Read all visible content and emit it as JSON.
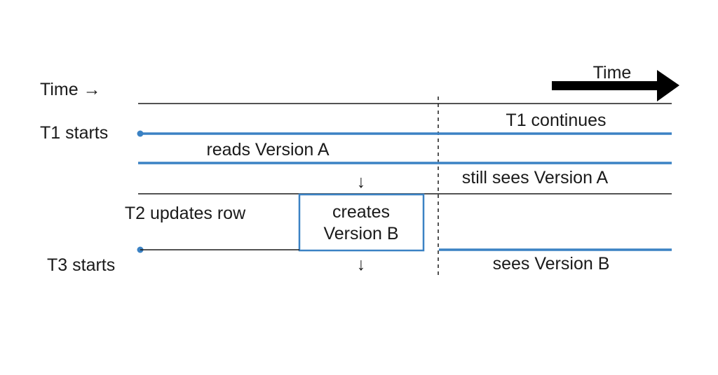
{
  "labels": {
    "time_left": "Time →",
    "time_arrow": "Time",
    "t1_starts": "T1 starts",
    "reads_version_a": "reads Version A",
    "t1_continues": "T1 continues",
    "still_sees_version_a": "still sees Version A",
    "t2_updates_row": "T2 updates row",
    "creates_line1": "creates",
    "creates_line2": "Version B",
    "t3_starts": "T3 starts",
    "sees_version_b": "sees Version B",
    "down_arrow": "↓"
  },
  "colors": {
    "timeline_blue": "#3b82c4",
    "line_dark": "#1a1a1a",
    "arrow_black": "#000000"
  }
}
